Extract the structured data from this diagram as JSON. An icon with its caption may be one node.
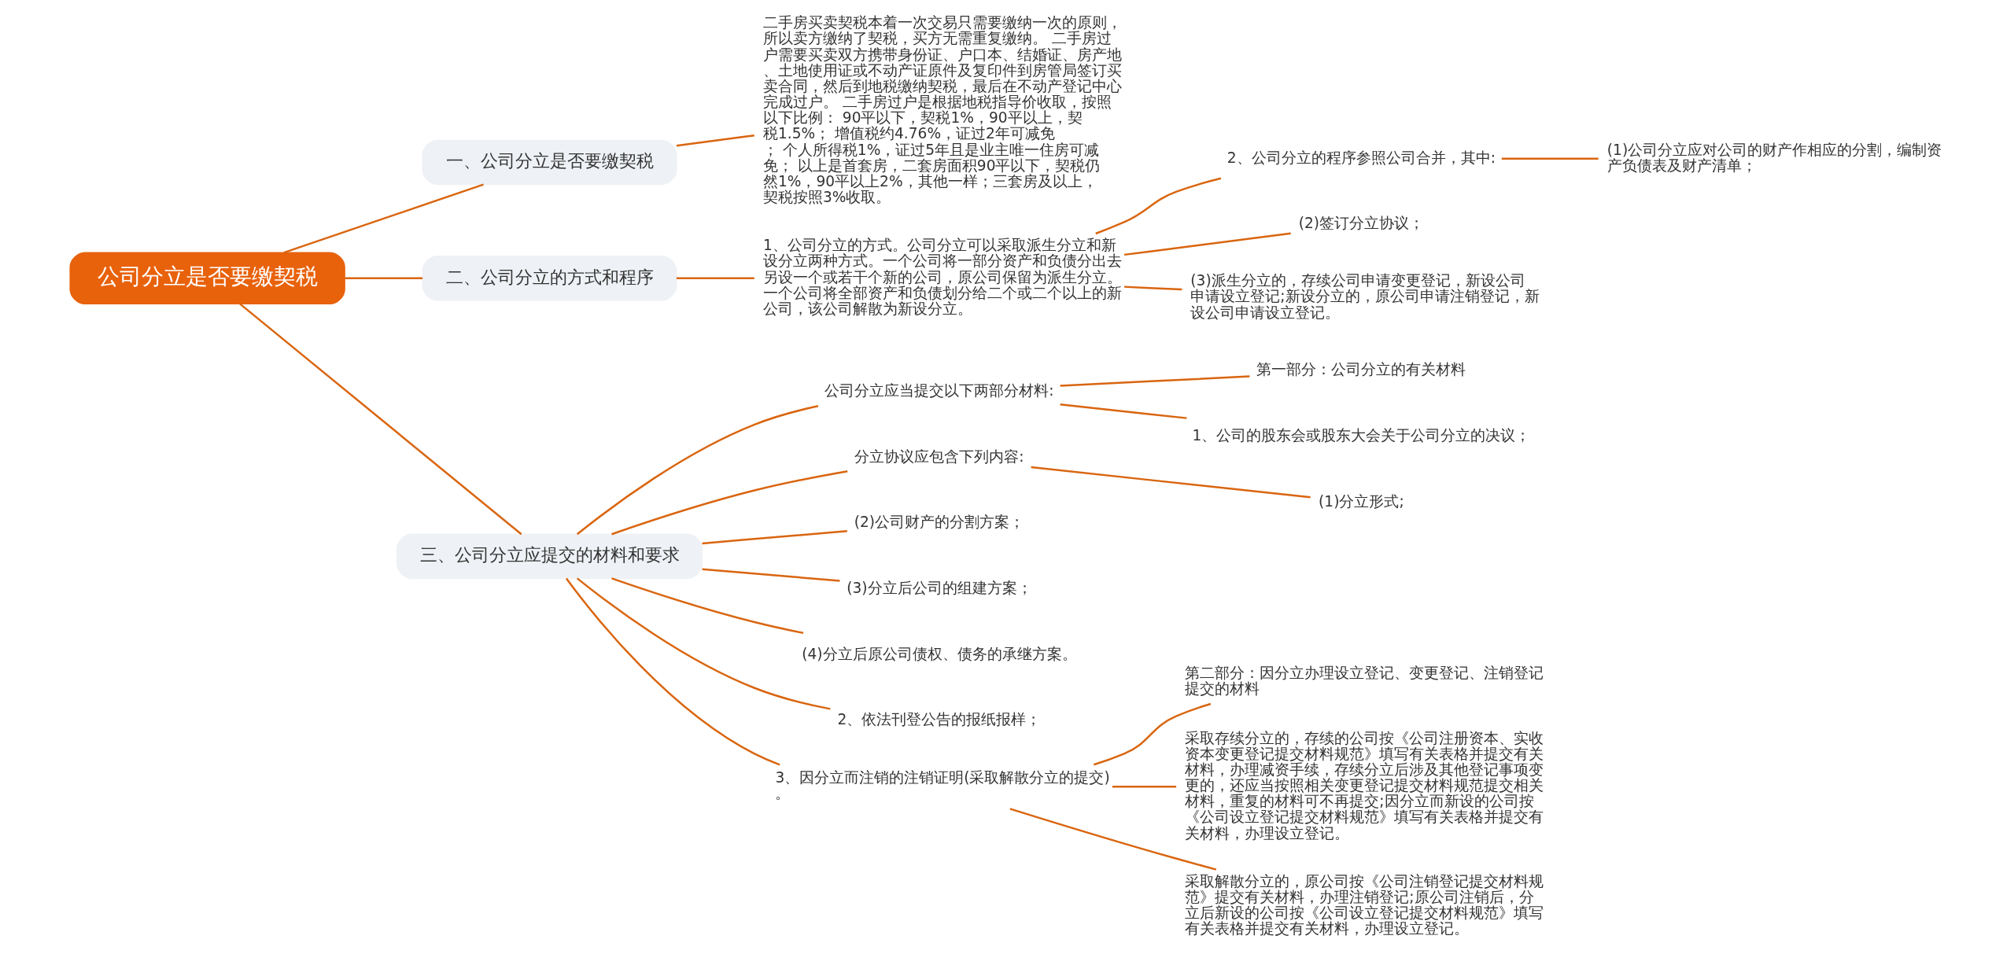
{
  "diagram": {
    "nodes": [
      {
        "text": [
          "公司分立是否要缴契税"
        ]
      },
      {
        "text": [
          "一、公司分立是否要缴契税"
        ]
      },
      {
        "text": [
          "二手房买卖契税本着一次交易只需要缴纳一次的原则，所以卖方缴纳了契税，买方无需重复缴纳。 二手房过户需要买卖双方携带身份证、户口本、结婚证、房产地、土地使用证或不动产证原件及复印件到房管局签订买卖合同，然后到地税缴纳契税，最后在不动产登记中心完成过户。 二手房过户是根据地税指导价收取，按照以下比例： 90平以下，契税1%，90平以上，契税1.5%； 增值税约4.76%，证过2年可减免； 个人所得税1%，证过5年且是业主唯一住房可减免； 以上是首套房，二套房面积90平以下，契税仍然1%，90平以上2%，其他一样；三套房及以上，契税按照3%收取。"
        ]
      },
      {
        "text": [
          "二、公司分立的方式和程序"
        ]
      },
      {
        "text": [
          "1、公司分立的方式。公司分立可以采取派生分立和新设分立两种方式。一个公司将一部分资产和负债分出去另设一个或若干个新的公司，原公司保留为派生分立。一个公司将全部资产和负债划分给二个或二个以上的新公司，该公司解散为新设分立。"
        ]
      },
      {
        "text": [
          "2、公司分立的程序参照公司合并，其中:"
        ]
      },
      {
        "text": [
          "(1)公司分立应对公司的财产作相应的分割，编制资产负债表及财产清单；"
        ]
      },
      {
        "text": [
          "(2)签订分立协议；"
        ]
      },
      {
        "text": [
          "(3)派生分立的，存续公司申请变更登记，新设公司申请设立登记;新设分立的，原公司申请注销登记，新设公司申请设立登记。"
        ]
      },
      {
        "text": [
          "三、公司分立应提交的材料和要求"
        ]
      },
      {
        "text": [
          "公司分立应当提交以下两部分材料:"
        ]
      },
      {
        "text": [
          "第一部分：公司分立的有关材料"
        ]
      },
      {
        "text": [
          "1、公司的股东会或股东大会关于公司分立的决议；"
        ]
      },
      {
        "text": [
          "分立协议应包含下列内容:"
        ]
      },
      {
        "text": [
          "(1)分立形式;"
        ]
      },
      {
        "text": [
          "(2)公司财产的分割方案；"
        ]
      },
      {
        "text": [
          "(3)分立后公司的组建方案；"
        ]
      },
      {
        "text": [
          "(4)分立后原公司债权、债务的承继方案。"
        ]
      },
      {
        "text": [
          "2、依法刊登公告的报纸报样；"
        ]
      },
      {
        "text": [
          "3、因分立而注销的注销证明(采取解散分立的提交)。"
        ]
      },
      {
        "text": [
          "第二部分：因分立办理设立登记、变更登记、注销登记提交的材料"
        ]
      },
      {
        "text": [
          "采取存续分立的，存续的公司按《公司注册资本、实收资本变更登记提交材料规范》填写有关表格并提交有关材料，办理减资手续，存续分立后涉及其他登记事项变更的，还应当按照相关变更登记提交材料规范提交相关材料，重复的材料可不再提交;因分立而新设的公司按《公司设立登记提交材料规范》填写有关表格并提交有关材料，办理设立登记。"
        ]
      },
      {
        "text": [
          "采取解散分立的，原公司按《公司注销登记提交材料规范》提交有关材料，办理注销登记;原公司注销后，分立后新设的公司按《公司设立登记提交材料规范》填写有关表格并提交有关材料，办理设立登记。"
        ]
      }
    ],
    "edges": [
      {
        "from": 0,
        "to": 1,
        "arrow": "none"
      },
      {
        "from": 1,
        "to": 2,
        "arrow": "none"
      },
      {
        "from": 0,
        "to": 3,
        "arrow": "none"
      },
      {
        "from": 3,
        "to": 4,
        "arrow": "none"
      },
      {
        "from": 4,
        "to": 5,
        "arrow": "none"
      },
      {
        "from": 5,
        "to": 6,
        "arrow": "none"
      },
      {
        "from": 4,
        "to": 7,
        "arrow": "none"
      },
      {
        "from": 4,
        "to": 8,
        "arrow": "none"
      },
      {
        "from": 0,
        "to": 9,
        "arrow": "none"
      },
      {
        "from": 9,
        "to": 10,
        "arrow": "none"
      },
      {
        "from": 10,
        "to": 11,
        "arrow": "none"
      },
      {
        "from": 10,
        "to": 12,
        "arrow": "none"
      },
      {
        "from": 9,
        "to": 13,
        "arrow": "none"
      },
      {
        "from": 13,
        "to": 14,
        "arrow": "none"
      },
      {
        "from": 9,
        "to": 15,
        "arrow": "none"
      },
      {
        "from": 9,
        "to": 16,
        "arrow": "none"
      },
      {
        "from": 9,
        "to": 17,
        "arrow": "none"
      },
      {
        "from": 9,
        "to": 18,
        "arrow": "none"
      },
      {
        "from": 9,
        "to": 19,
        "arrow": "none"
      },
      {
        "from": 19,
        "to": 20,
        "arrow": "none"
      },
      {
        "from": 19,
        "to": 21,
        "arrow": "none"
      },
      {
        "from": 19,
        "to": 22,
        "arrow": "none"
      }
    ]
  }
}
